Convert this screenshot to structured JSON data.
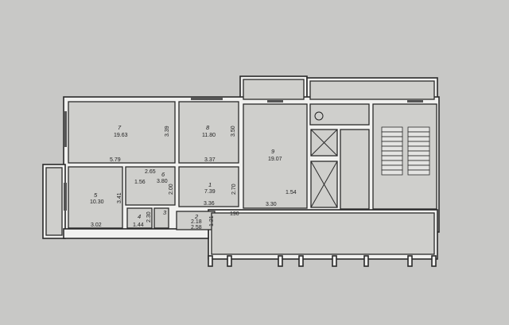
{
  "rooms": [
    {
      "number": "7",
      "area": "19.63",
      "dims": [
        "5.79",
        "3.39"
      ]
    },
    {
      "number": "8",
      "area": "11.80",
      "dims": [
        "3.37",
        "3.50"
      ]
    },
    {
      "number": "9",
      "area": "19.07",
      "dims": [
        "1.54",
        "3.30"
      ]
    },
    {
      "number": "5",
      "area": "10.30",
      "dims": [
        "3.02",
        "3.41"
      ]
    },
    {
      "number": "6",
      "area": "3.80",
      "dims": [
        "2.65",
        "1.56",
        "2.00"
      ]
    },
    {
      "number": "4",
      "dims": [
        "1.44",
        "2.30"
      ]
    },
    {
      "number": "3"
    },
    {
      "number": "1",
      "area": "7.39",
      "dims": [
        "3.36",
        "2.70"
      ]
    },
    {
      "number": "2",
      "area": "2.18",
      "dims": [
        "2.58",
        "1.21"
      ]
    }
  ],
  "misc": {
    "corridor_dim": "190"
  }
}
